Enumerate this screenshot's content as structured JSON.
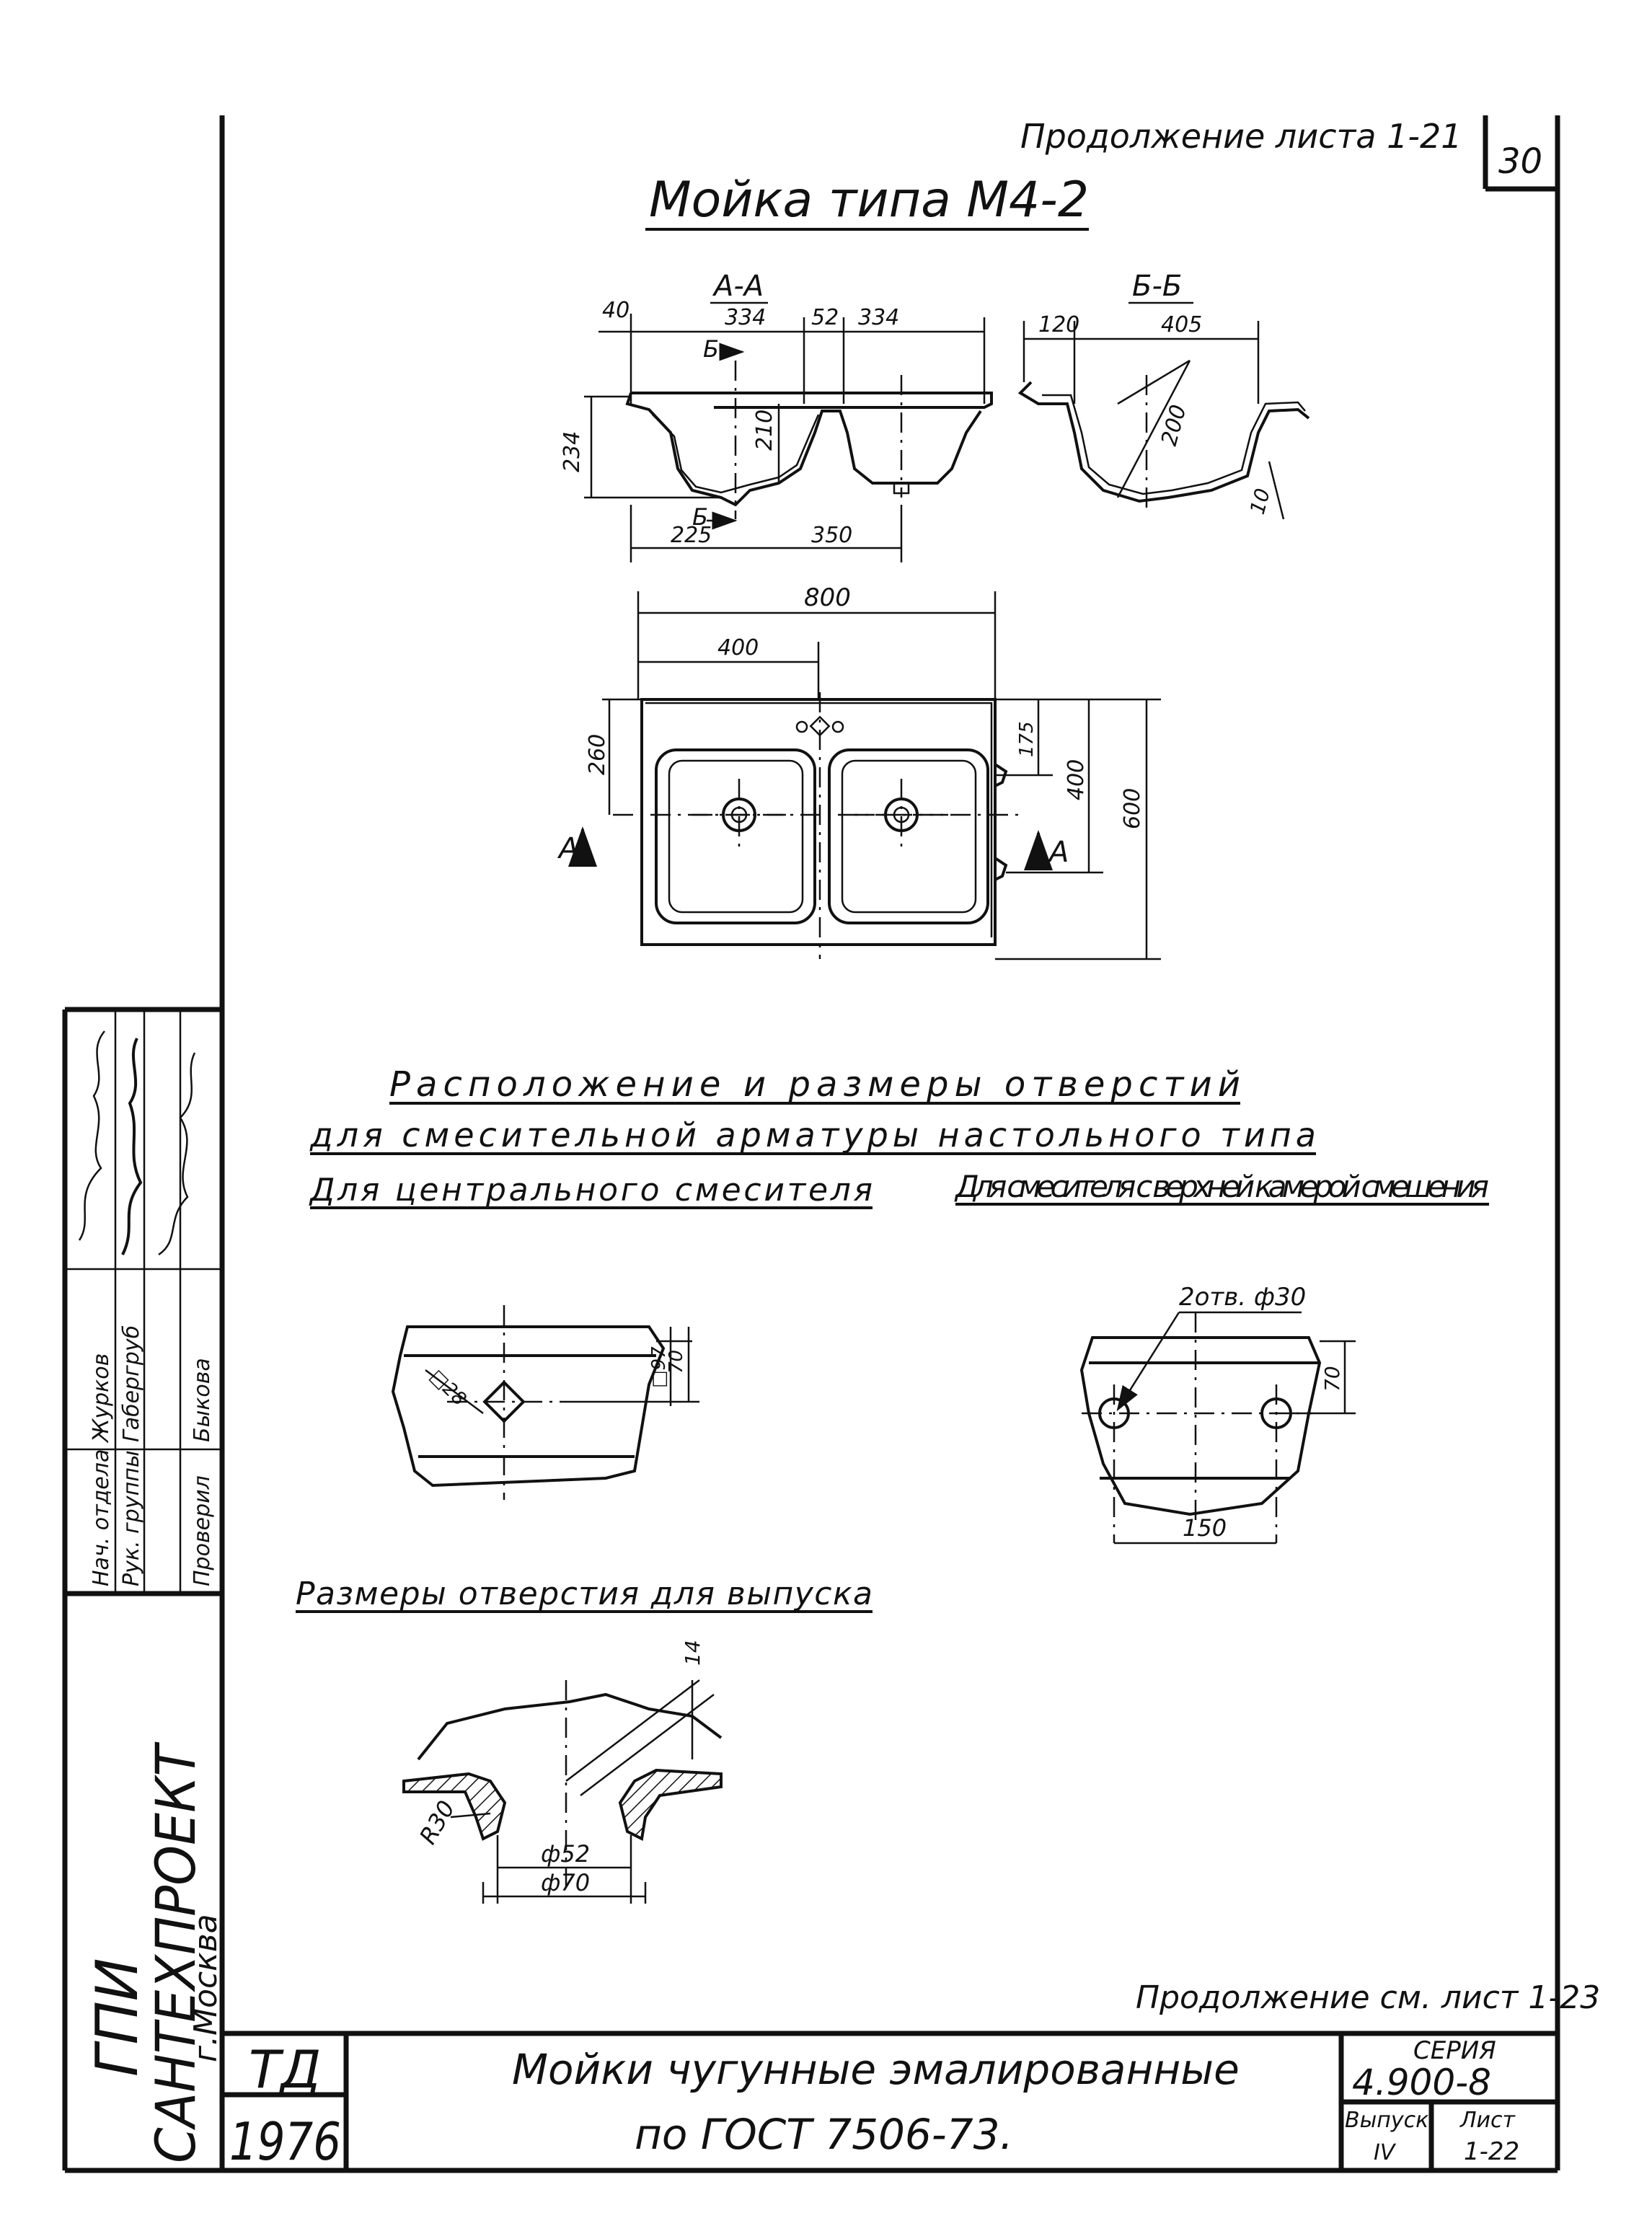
{
  "header": {
    "continuation_top": "Продолжение листа 1-21",
    "page_number": "30"
  },
  "main_title": "Мойка типа М4-2",
  "section_aa": {
    "label": "А-А",
    "dims": {
      "left_flange": "40",
      "bowl_width": "334",
      "divider": "52",
      "bowl_width_2": "334",
      "height": "234",
      "depth": "210",
      "outlet_offset": "225",
      "outlet_spacing": "350"
    },
    "cut_marks": [
      "Б",
      "Б"
    ]
  },
  "section_bb": {
    "label": "Б-Б",
    "dims": {
      "back_flange": "120",
      "bowl_depth": "405",
      "height": "200",
      "angle": "10"
    }
  },
  "plan_view": {
    "dims": {
      "total_width": "800",
      "half_width": "400",
      "back_to_center": "260",
      "right_175": "175",
      "right_400": "400",
      "total_depth": "600"
    },
    "section_marks": [
      "А",
      "А"
    ]
  },
  "holes_heading": {
    "line1": "Расположение и размеры отверстий",
    "line2": "для смесительной арматуры настольного типа"
  },
  "central_mixer": {
    "heading": "Для центрального смесителя",
    "dims": {
      "square_hole": "□28",
      "square_97": "□97",
      "offset": "70"
    }
  },
  "upper_chamber_mixer": {
    "heading": "Для смесителя с верхней камерой смешения",
    "dims": {
      "holes": "2отв. ф30",
      "offset": "70",
      "spacing": "150"
    }
  },
  "outlet": {
    "heading": "Размеры отверстия для выпуска",
    "dims": {
      "thickness": "14",
      "radius": "R30",
      "inner_d": "ф52",
      "outer_d": "ф70"
    }
  },
  "footer": {
    "continuation_bottom": "Продолжение см. лист 1-23"
  },
  "title_block": {
    "org_line1": "ГПИ",
    "org_line2": "САНТЕХПРОЕКТ",
    "org_line3": "г.Москва",
    "roles": [
      "Нач. отдела",
      "Рук. группы",
      "Проверил"
    ],
    "names": [
      "Журков",
      "Габергруб",
      "Быкова"
    ],
    "td": "ТД",
    "year": "1976",
    "doc_title_line1": "Мойки чугунные эмалированные",
    "doc_title_line2": "по ГОСТ 7506-73.",
    "series_label": "СЕРИЯ",
    "series_value": "4.900-8",
    "issue_label": "Выпуск",
    "issue_value": "IV",
    "sheet_label": "Лист",
    "sheet_value": "1-22"
  }
}
